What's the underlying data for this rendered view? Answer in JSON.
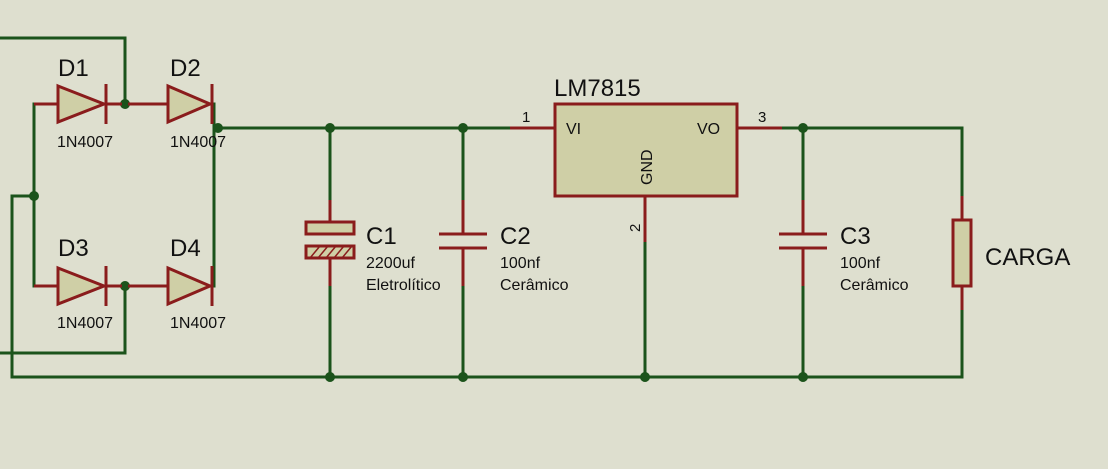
{
  "components": {
    "d1": {
      "ref": "D1",
      "part": "1N4007"
    },
    "d2": {
      "ref": "D2",
      "part": "1N4007"
    },
    "d3": {
      "ref": "D3",
      "part": "1N4007"
    },
    "d4": {
      "ref": "D4",
      "part": "1N4007"
    },
    "c1": {
      "ref": "C1",
      "value": "2200uf",
      "type": "Eletrolítico"
    },
    "c2": {
      "ref": "C2",
      "value": "100nf",
      "type": "Cerâmico"
    },
    "c3": {
      "ref": "C3",
      "value": "100nf",
      "type": "Cerâmico"
    },
    "regulator": {
      "ref": "LM7815",
      "pin_vi": "VI",
      "pin_vo": "VO",
      "pin_gnd": "GND",
      "pin1": "1",
      "pin2": "2",
      "pin3": "3"
    },
    "load": {
      "label": "CARGA"
    }
  },
  "colors": {
    "background": "#dedfcf",
    "wire": "#1b531b",
    "component": "#8a1c1c",
    "component_fill": "#cfcfa6",
    "text": "#111111"
  }
}
